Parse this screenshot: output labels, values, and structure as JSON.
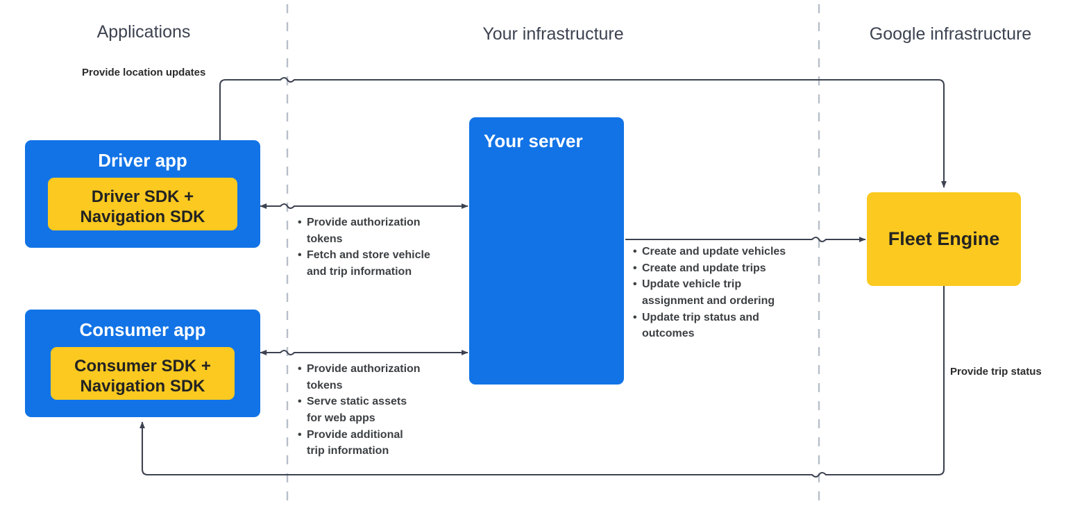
{
  "diagram": {
    "title_columns": [
      {
        "id": "applications",
        "label": "Applications"
      },
      {
        "id": "your-infrastructure",
        "label": "Your infrastructure"
      },
      {
        "id": "google-infrastructure",
        "label": "Google infrastructure"
      }
    ],
    "colors": {
      "blue": "#1273E6",
      "yellow": "#FBC91F",
      "line": "#3c4250",
      "divider": "#b8bfc9",
      "title_text": "#3c4250",
      "dark_text": "#232323",
      "white_text": "#ffffff"
    },
    "nodes": {
      "driver_app": {
        "title": "Driver app",
        "inner": "Driver SDK +\nNavigation SDK",
        "inner_line1": "Driver SDK +",
        "inner_line2": "Navigation SDK"
      },
      "consumer_app": {
        "title": "Consumer app",
        "inner_line1": "Consumer SDK +",
        "inner_line2": "Navigation SDK"
      },
      "your_server": {
        "title": "Your server"
      },
      "fleet_engine": {
        "title": "Fleet Engine"
      }
    },
    "edges": {
      "location_updates": {
        "label": "Provide location updates"
      },
      "trip_status": {
        "label": "Provide trip status"
      },
      "driver_to_server": {
        "bullets": [
          "Provide authorization tokens",
          "Fetch and store vehicle and trip information"
        ],
        "lines": [
          "Provide authorization",
          "tokens",
          "Fetch and store vehicle",
          "and trip information"
        ]
      },
      "consumer_to_server": {
        "bullets": [
          "Provide authorization tokens",
          "Serve static assets for web apps",
          "Provide additional trip information"
        ],
        "lines": [
          "Provide authorization",
          "tokens",
          "Serve static assets",
          "for web apps",
          "Provide additional",
          "trip information"
        ]
      },
      "server_to_fleet_engine": {
        "bullets": [
          "Create and update vehicles",
          "Create and update trips",
          "Update vehicle trip assignment and ordering",
          "Update trip status and outcomes"
        ],
        "lines": [
          "Create and update vehicles",
          "Create and update trips",
          "Update vehicle trip",
          "assignment and ordering",
          "Update trip status and",
          "outcomes"
        ]
      }
    }
  }
}
